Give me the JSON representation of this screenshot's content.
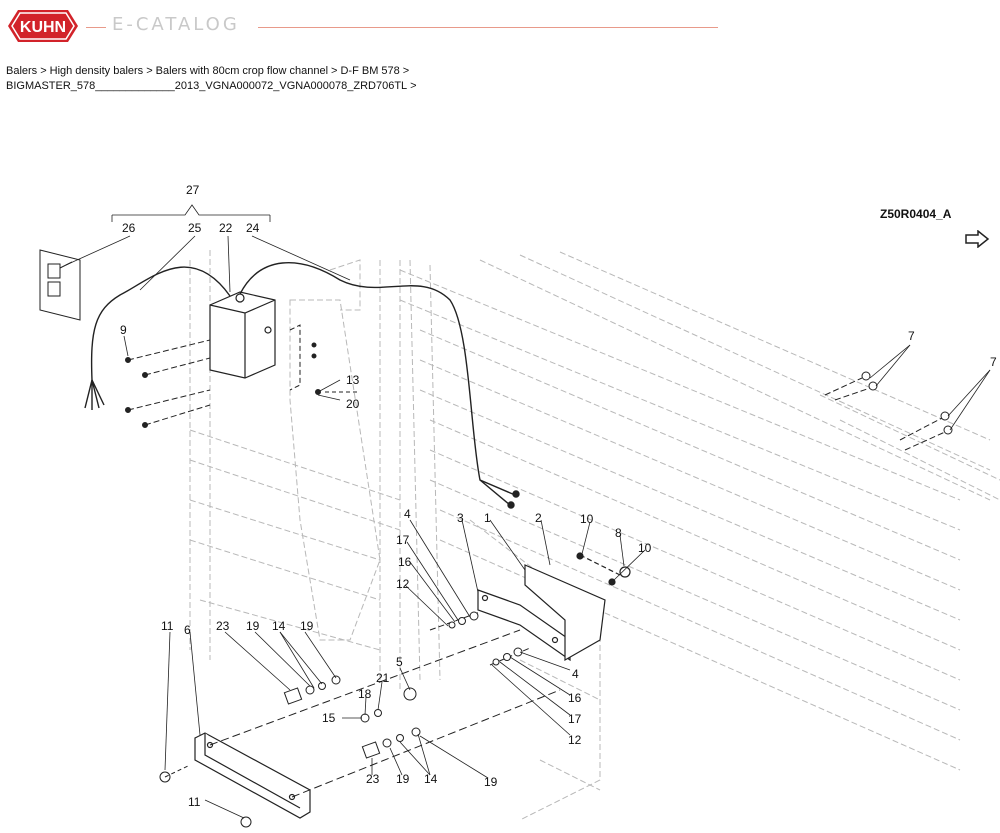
{
  "header": {
    "logo_text": "KUHN",
    "catalog_label": "E-CATALOG"
  },
  "breadcrumb": {
    "items": [
      "Balers",
      "High density balers",
      "Balers with 80cm crop flow channel",
      "D-F BM 578",
      "BIGMASTER_578_____________2013_VGNA000072_VGNA000078_ZRD706TL"
    ],
    "separator": ">"
  },
  "diagram": {
    "drawing_code": "Z50R0404_A",
    "callouts": [
      "27",
      "26",
      "25",
      "22",
      "24",
      "9",
      "13",
      "20",
      "7",
      "7",
      "4",
      "3",
      "1",
      "2",
      "10",
      "8",
      "10",
      "17",
      "16",
      "12",
      "11",
      "6",
      "23",
      "19",
      "14",
      "19",
      "5",
      "21",
      "18",
      "15",
      "4",
      "16",
      "17",
      "12",
      "23",
      "19",
      "14",
      "19",
      "11"
    ]
  },
  "colors": {
    "brand_red": "#d2232a",
    "accent_rule": "#e89a8a",
    "line_dark": "#222222",
    "line_light": "#b8b8b8"
  }
}
